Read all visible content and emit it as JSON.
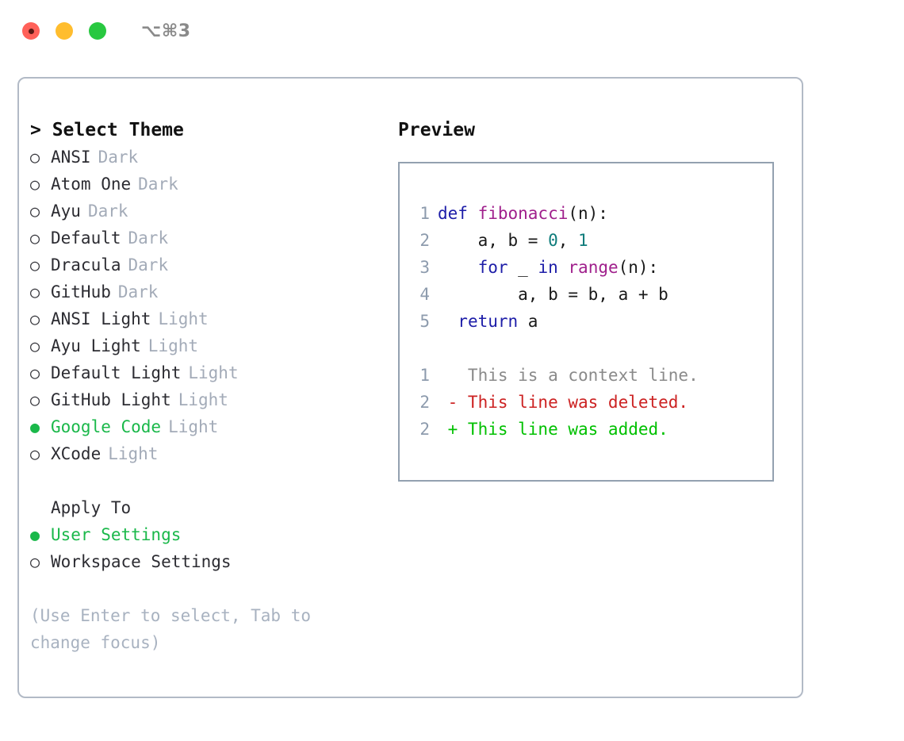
{
  "titlebar": {
    "shortcut": "⌥⌘3",
    "lights": [
      "close",
      "minimize",
      "maximize"
    ]
  },
  "left": {
    "header": "> Select Theme",
    "bullet_unselected": "○",
    "bullet_selected": "●",
    "themes": [
      {
        "name": "ANSI",
        "tag": "Dark",
        "selected": false
      },
      {
        "name": "Atom One",
        "tag": "Dark",
        "selected": false
      },
      {
        "name": "Ayu",
        "tag": "Dark",
        "selected": false
      },
      {
        "name": "Default",
        "tag": "Dark",
        "selected": false
      },
      {
        "name": "Dracula",
        "tag": "Dark",
        "selected": false
      },
      {
        "name": "GitHub",
        "tag": "Dark",
        "selected": false
      },
      {
        "name": "ANSI Light",
        "tag": "Light",
        "selected": false
      },
      {
        "name": "Ayu Light",
        "tag": "Light",
        "selected": false
      },
      {
        "name": "Default Light",
        "tag": "Light",
        "selected": false
      },
      {
        "name": "GitHub Light",
        "tag": "Light",
        "selected": false
      },
      {
        "name": "Google Code",
        "tag": "Light",
        "selected": true
      },
      {
        "name": "XCode",
        "tag": "Light",
        "selected": false
      }
    ],
    "apply_to": {
      "header": "Apply To",
      "options": [
        {
          "name": "User Settings",
          "selected": true
        },
        {
          "name": "Workspace Settings",
          "selected": false
        }
      ]
    },
    "hint_line1": "(Use Enter to select, Tab to",
    "hint_line2": "change focus)"
  },
  "right": {
    "title": "Preview",
    "code_lines": [
      {
        "no": "1",
        "tokens": [
          {
            "t": "def ",
            "c": "kw"
          },
          {
            "t": "fibonacci",
            "c": "fn"
          },
          {
            "t": "(n):",
            "c": "pl"
          }
        ]
      },
      {
        "no": "2",
        "tokens": [
          {
            "t": "    a, b = ",
            "c": "pl"
          },
          {
            "t": "0",
            "c": "num"
          },
          {
            "t": ", ",
            "c": "pl"
          },
          {
            "t": "1",
            "c": "num"
          }
        ]
      },
      {
        "no": "3",
        "tokens": [
          {
            "t": "    ",
            "c": "pl"
          },
          {
            "t": "for",
            "c": "kw"
          },
          {
            "t": " _ ",
            "c": "pl"
          },
          {
            "t": "in",
            "c": "kw"
          },
          {
            "t": " ",
            "c": "pl"
          },
          {
            "t": "range",
            "c": "fn"
          },
          {
            "t": "(n):",
            "c": "pl"
          }
        ]
      },
      {
        "no": "4",
        "tokens": [
          {
            "t": "        a, b = b, a + b",
            "c": "pl"
          }
        ]
      },
      {
        "no": "5",
        "tokens": [
          {
            "t": "  ",
            "c": "pl"
          },
          {
            "t": "return",
            "c": "kw"
          },
          {
            "t": " a",
            "c": "pl"
          }
        ]
      }
    ],
    "diff_lines": [
      {
        "no": "1",
        "text": "   This is a context line.",
        "kind": "ctx"
      },
      {
        "no": "2",
        "text": " - This line was deleted.",
        "kind": "del"
      },
      {
        "no": "2",
        "text": " + This line was added.",
        "kind": "add"
      }
    ]
  },
  "colors": {
    "accent_green": "#1ab84a",
    "tag_gray": "#a3abb8",
    "hint_gray": "#a8b2c0",
    "panel_border": "#b2bac6",
    "code_border": "#93a1b0",
    "lineno": "#8d9bad",
    "keyword": "#1d1da8",
    "function": "#a0208c",
    "number": "#0e7c7b",
    "plain": "#1a1a1a",
    "diff_context": "#8a8a8a",
    "diff_deleted": "#cc2222",
    "diff_added": "#00c000",
    "light_close": "#ff6159",
    "light_min": "#ffbd2e",
    "light_max": "#28c840"
  }
}
